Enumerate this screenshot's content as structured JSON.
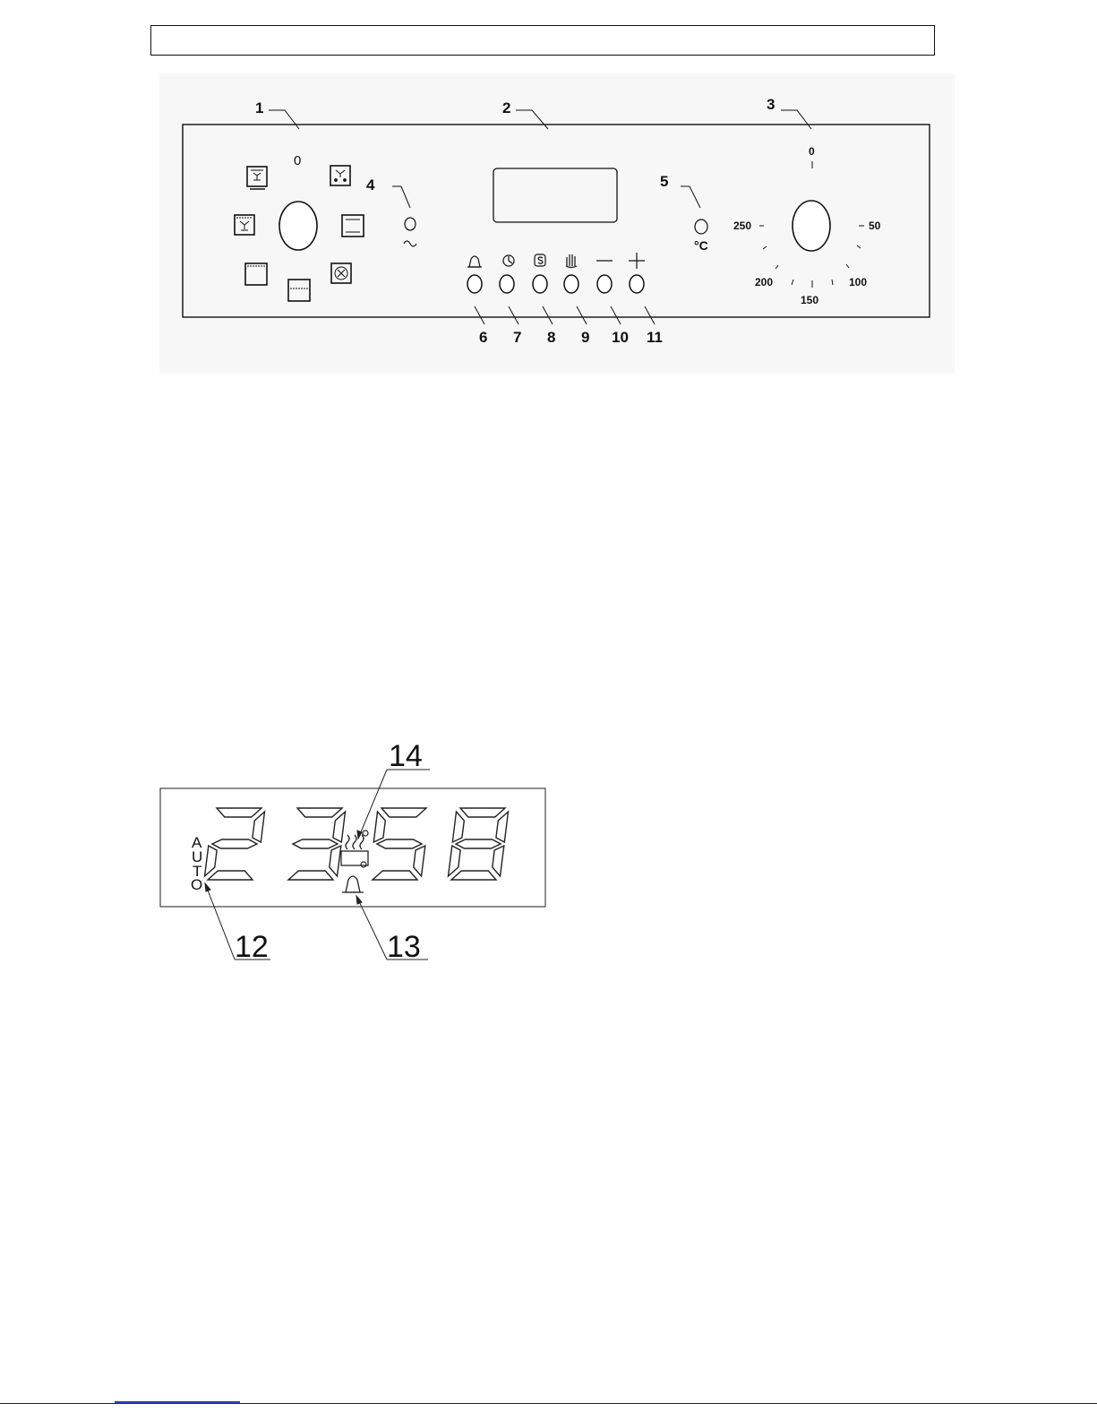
{
  "panel": {
    "callouts": {
      "c1": "1",
      "c2": "2",
      "c3": "3",
      "c4": "4",
      "c5": "5",
      "c6": "6",
      "c7": "7",
      "c8": "8",
      "c9": "9",
      "c10": "10",
      "c11": "11"
    },
    "function_dial": {
      "zero_label": "0",
      "function_icons": [
        "grill-fan-icon",
        "defrost-icon",
        "top-heat-icon",
        "conventional-icon",
        "fan-grill-icon",
        "bottom-heat-icon",
        "fan-forced-icon"
      ]
    },
    "temperature_dial": {
      "labels": {
        "t0": "0",
        "t50": "50",
        "t100": "100",
        "t150": "150",
        "t200": "200",
        "t250": "250"
      }
    },
    "indicators": {
      "power_icon": "power-indicator-icon",
      "thermostat_symbol": "°C"
    },
    "timer_buttons": [
      {
        "symbol": "bell-icon"
      },
      {
        "symbol": "clock-icon"
      },
      {
        "symbol": "start-icon"
      },
      {
        "symbol": "manual-hand-icon"
      },
      {
        "symbol": "minus-icon"
      },
      {
        "symbol": "plus-icon"
      }
    ]
  },
  "display": {
    "callouts": {
      "c12": "12",
      "c13": "13",
      "c14": "14"
    },
    "auto_letters": [
      "A",
      "U",
      "T",
      "O"
    ],
    "digits": [
      "2",
      "3",
      "5",
      "8"
    ],
    "icons": [
      "cooking-steam-icon",
      "bell-icon"
    ]
  }
}
